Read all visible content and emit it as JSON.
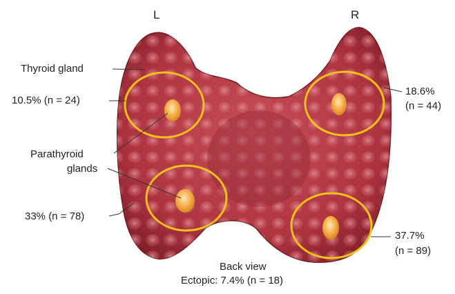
{
  "side_labels": {
    "left": "L",
    "right": "R"
  },
  "gland_label": "Thyroid gland",
  "parathyroid_label": [
    "Parathyroid",
    "glands"
  ],
  "prevalence": {
    "upper_left": "10.5% (n = 24)",
    "lower_left": "33% (n = 78)",
    "upper_right": [
      "18.6%",
      "(n = 44)"
    ],
    "lower_right": [
      "37.7%",
      "(n = 89)"
    ]
  },
  "view_label": "Back view",
  "ectopic_label": "Ectopic: 7.4% (n = 18)",
  "colors": {
    "thyroid": "#b0333e",
    "thyroid_dark": "#7a1c25",
    "thyroid_light": "#d7747b",
    "ring": "#f2c21b",
    "parathyroid": "#f4a640",
    "parathyroid_center": "#fde0a0",
    "leader_line": "#333333"
  }
}
